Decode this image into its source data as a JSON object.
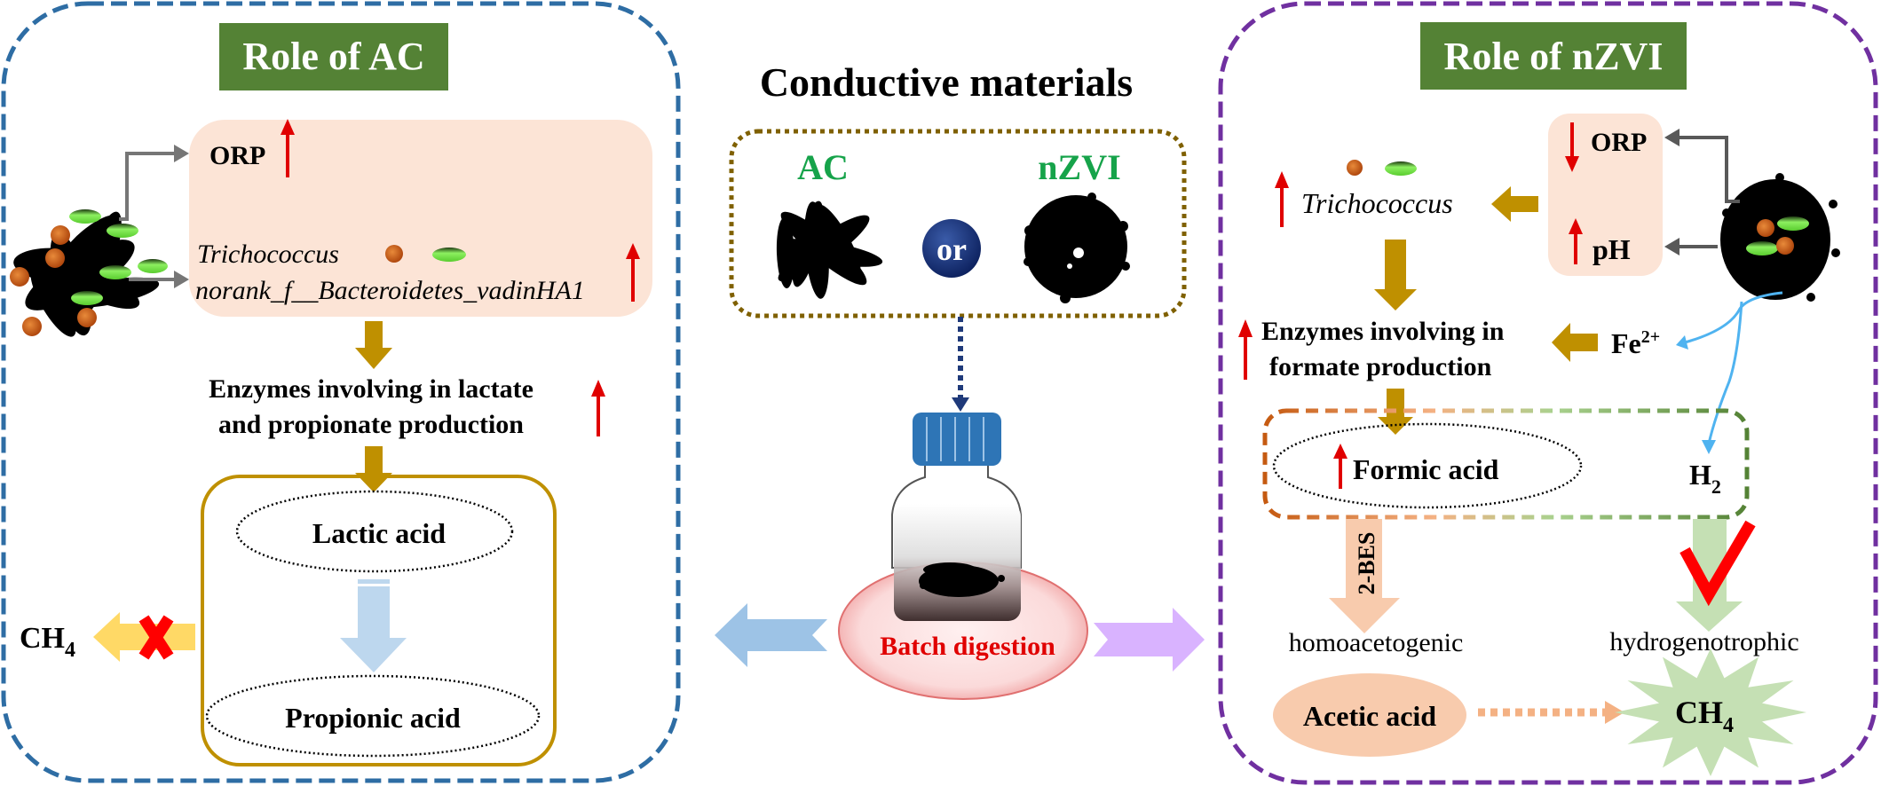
{
  "figure": {
    "center": {
      "title": "Conductive materials",
      "materials": [
        {
          "label": "AC",
          "icon": "activated-carbon-particle"
        },
        {
          "label": "nZVI",
          "icon": "nzvi-particle"
        }
      ],
      "or_label": "or",
      "reactor_label": "Batch digestion"
    },
    "left_panel": {
      "title": "Role of AC",
      "effects_box": {
        "orp": {
          "label": "ORP",
          "trend": "up"
        },
        "microbes": [
          {
            "label": "Trichococcus",
            "italic": true
          },
          {
            "label": "norank_f__Bacteroidetes_vadinHA1",
            "italic": true
          }
        ],
        "microbes_trend": "up"
      },
      "enzymes": {
        "line1": "Enzymes involving in lactate",
        "line2": "and propionate production",
        "trend": "up"
      },
      "acids_box": {
        "top": "Lactic acid",
        "bottom": "Propionic acid"
      },
      "blocked_output": {
        "label_main": "CH",
        "label_sub": "4",
        "status": "blocked"
      }
    },
    "right_panel": {
      "title": "Role of nZVI",
      "conditions_box": {
        "orp": {
          "label": "ORP",
          "trend": "down"
        },
        "ph": {
          "label": "pH",
          "trend": "up"
        }
      },
      "microbe": {
        "label": "Trichococcus",
        "trend": "up"
      },
      "enzymes": {
        "line1": "Enzymes involving in",
        "line2": "formate production",
        "trend": "up"
      },
      "fe_ion": {
        "label_main": "Fe",
        "label_sup": "2+"
      },
      "intermediates_box": {
        "formic": {
          "label": "Formic acid",
          "trend": "up"
        },
        "h2": {
          "label_main": "H",
          "label_sub": "2"
        }
      },
      "inhibitor_label": "2-BES",
      "pathways": {
        "left": "homoacetogenic",
        "right": "hydrogenotrophic",
        "right_status": "favored"
      },
      "acetic": "Acetic acid",
      "methane": {
        "label_main": "CH",
        "label_sub": "4"
      }
    },
    "colors": {
      "ac_panel_border": "#2E6DA4",
      "nzvi_panel_border": "#7030A0",
      "title_bg": "#548235",
      "effects_bg": "#FCE4D6",
      "flow_arrow": "#BF9000",
      "trend_arrow": "#E00000",
      "material_label": "#16A34A"
    }
  }
}
